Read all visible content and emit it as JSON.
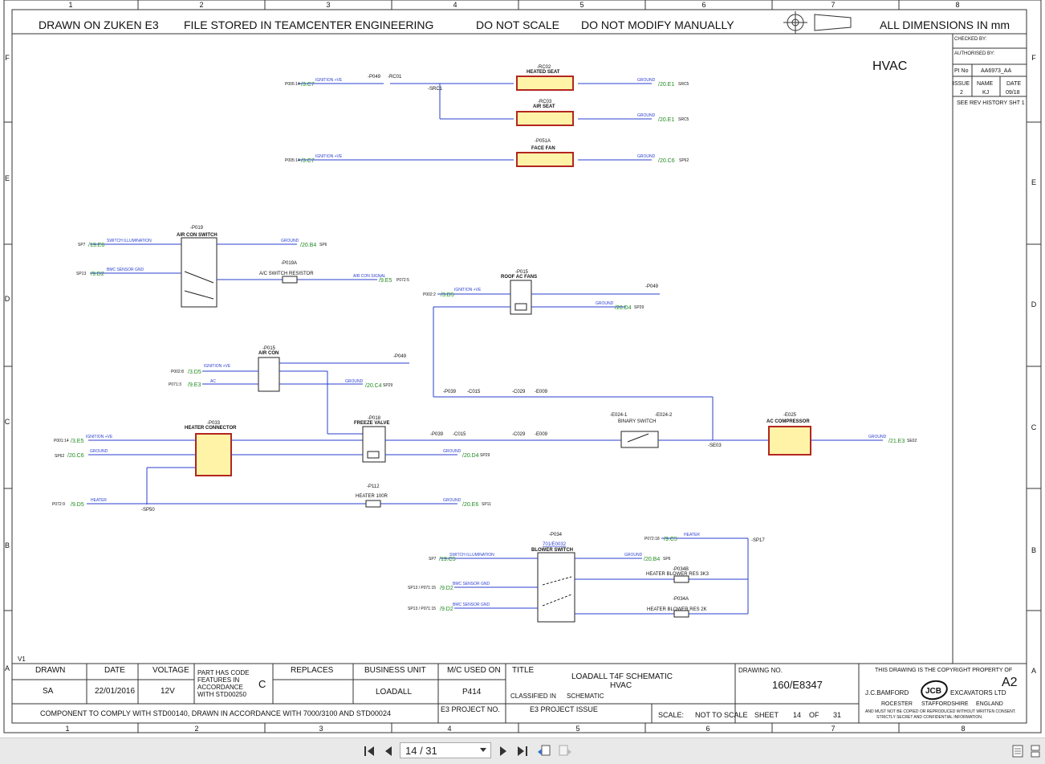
{
  "header": {
    "drawn_on": "DRAWN ON ZUKEN E3",
    "stored": "FILE STORED IN TEAMCENTER ENGINEERING",
    "noscale": "DO NOT SCALE",
    "nomodify": "DO NOT MODIFY MANUALLY",
    "dimensions": "ALL DIMENSIONS IN mm",
    "section_title": "HVAC"
  },
  "grid": {
    "cols": [
      "1",
      "2",
      "3",
      "4",
      "5",
      "6",
      "7",
      "8"
    ],
    "rows": [
      "F",
      "E",
      "D",
      "C",
      "B",
      "A"
    ]
  },
  "rev_box": {
    "checked_by": "CHECKED BY:",
    "authorised_by": "AUTHORISED BY:",
    "pi_no_label": "PI No",
    "pi_no": "AA6973_AA",
    "issue_label": "ISSUE",
    "issue": "2",
    "name_label": "NAME",
    "name": "KJ",
    "date_label": "DATE",
    "date": "09/18",
    "history": "SEE REV HISTORY SHT 1"
  },
  "title_block": {
    "v1": "V1",
    "drawn_label": "DRAWN",
    "drawn": "SA",
    "date_label": "DATE",
    "date": "22/01/2016",
    "voltage_label": "VOLTAGE",
    "voltage": "12V",
    "code_note": [
      "PART HAS CODE",
      "FEATURES IN",
      "ACCORDANCE",
      "WITH STD00250"
    ],
    "code_letter": "C",
    "replaces_label": "REPLACES",
    "bu_label": "BUSINESS UNIT",
    "bu": "LOADALL",
    "mc_label": "M/C USED ON",
    "mc": "P414",
    "title_label": "TITLE",
    "title1": "LOADALL T4F SCHEMATIC",
    "title2": "HVAC",
    "classified_label": "CLASSIFIED IN",
    "classified": "SCHEMATIC",
    "drawing_no_label": "DRAWING NO.",
    "drawing_no": "160/E8347",
    "copyright": "THIS DRAWING IS THE COPYRIGHT PROPERTY OF",
    "size": "A2",
    "company1": "J.C.BAMFORD",
    "company2": "EXCAVATORS LTD",
    "loc1": "ROCESTER",
    "loc2": "STAFFORDSHIRE",
    "loc3": "ENGLAND",
    "legal1": "AND MUST NOT BE COPIED OR REPRODUCED WITHOUT WRITTEN CONSENT.",
    "legal2": "STRICTLY SECRET AND CONFIDENTIAL INFORMATION.",
    "comply": "COMPONENT TO COMPLY WITH STD00140, DRAWN IN ACCORDANCE WITH 7000/3100 AND STD00024",
    "e3_project_no": "E3 PROJECT NO.",
    "e3_project_issue": "E3 PROJECT ISSUE",
    "scale_label": "SCALE:",
    "scale": "NOT TO SCALE",
    "sheet_label": "SHEET",
    "sheet": "14",
    "of_label": "OF",
    "of": "31",
    "logo_text": "JCB"
  },
  "components": {
    "rc02_id": "-RC02",
    "rc02": "HEATED SEAT",
    "rc03_id": "-RC03",
    "rc03": "AIR SEAT",
    "p051a_id": "-P051A",
    "p051a": "FACE FAN",
    "p019_id": "-P019",
    "p019": "AIR CON SWITCH",
    "p019a_id": "-P019A",
    "p019a": "A/C SWITCH RESISTOR",
    "p015r_id": "-P015",
    "p015r": "ROOF AC FANS",
    "p015a_id": "-P015",
    "p015a": "AIR CON",
    "p018_id": "-P018",
    "p018": "FREEZE VALVE",
    "p033_id": "-P033",
    "p033": "HEATER CONNECTOR",
    "binary_id1": "-E024-1",
    "binary_id2": "-E024-2",
    "binary": "BINARY SWITCH",
    "e025_id": "-E025",
    "e025": "AC COMPRESSOR",
    "p112_id": "-P112",
    "p112": "HEATER 100R",
    "p034_id": "-P034",
    "p034_link": "701/E0032",
    "p034": "BLOWER SWITCH",
    "p034b_id": "-P034B",
    "p034b": "HEATER BLOWER RES 3K3",
    "p034a_id": "-P034A",
    "p034a": "HEATER BLOWER RES 2K"
  },
  "connectors": {
    "p049a": "-P049",
    "rc01": "-RC01",
    "src1": "-SRC1",
    "p049b": "-P049",
    "p049c": "-P049",
    "p039a": "-P039",
    "c015a": "-C015",
    "c029a": "-C029",
    "e009a": "-E009",
    "p039b": "-P039",
    "c015b": "-C015",
    "c029b": "-C029",
    "e009b": "-E009",
    "se03": "-SE03",
    "sp50": "-SP50",
    "sp17": "-SP17"
  },
  "refs": {
    "r1_src": "P005:14",
    "r1_ref": "/3.C7",
    "r1_dst": "/20.E1",
    "r1_sp": "SRC5",
    "r2_dst": "/20.E1",
    "r2_sp": "SRC5",
    "r3_src": "P005:14",
    "r3_ref": "/3.C7",
    "r3_dst": "/20.C6",
    "r3_sp": "SP62",
    "r4_src": "SP7",
    "r4_ref": "/19.E6",
    "r4_dst": "/20.B4",
    "r4_sp": "SP6",
    "r5_src": "SP13",
    "r5_ref": "/9.D2",
    "r5_dst": "/9.E5",
    "r5_sp": "P072:5",
    "r6_src": "P002:2",
    "r6_ref": "/3.D5",
    "r6_dst": "/20.D4",
    "r6_sp": "SP29",
    "r7_src": "P002:8",
    "r7_ref": "/3.D5",
    "r8_src": "P071:3",
    "r8_ref": "/9.E3",
    "r8_dst": "/20.C4",
    "r8_sp": "SP29",
    "r9_src": "P001:14",
    "r9_ref": "/3.E5",
    "r10_src": "SP62",
    "r10_ref": "/20.C6",
    "r10_dst": "/20.D4",
    "r10_sp": "SP29",
    "r11_dst": "/21.E3",
    "r11_sp": "SE02",
    "r12_src": "P072:9",
    "r12_ref": "/9.D5",
    "r12_dst": "/20.E6",
    "r12_sp": "SP11",
    "r13_src": "P072:18",
    "r13_ref": "/9.C5",
    "r14_src": "SP7",
    "r14_ref": "/19.C5",
    "r14_dst": "/20.B4",
    "r14_sp": "SP6",
    "r15_src": "SP13 / P071:15",
    "r15_ref": "/9.D2",
    "r16_src": "SP13 / P071:15",
    "r16_ref": "/9.D2"
  },
  "signals": {
    "ign": "IGNITION +VE",
    "gnd": "GROUND",
    "swillum": "SWITCH ILLUMINATION",
    "bmc": "BMC SENSOR GND",
    "acsig": "AIR CON SIGNAL",
    "heater": "HEATER",
    "ac": "AC"
  },
  "navigation": {
    "page_display": "14 / 31",
    "colors": {
      "wire": "#2a3fcf",
      "ref": "#1f8a1f",
      "component_fill": "#fff3a8",
      "component_border": "#b3261e"
    }
  }
}
